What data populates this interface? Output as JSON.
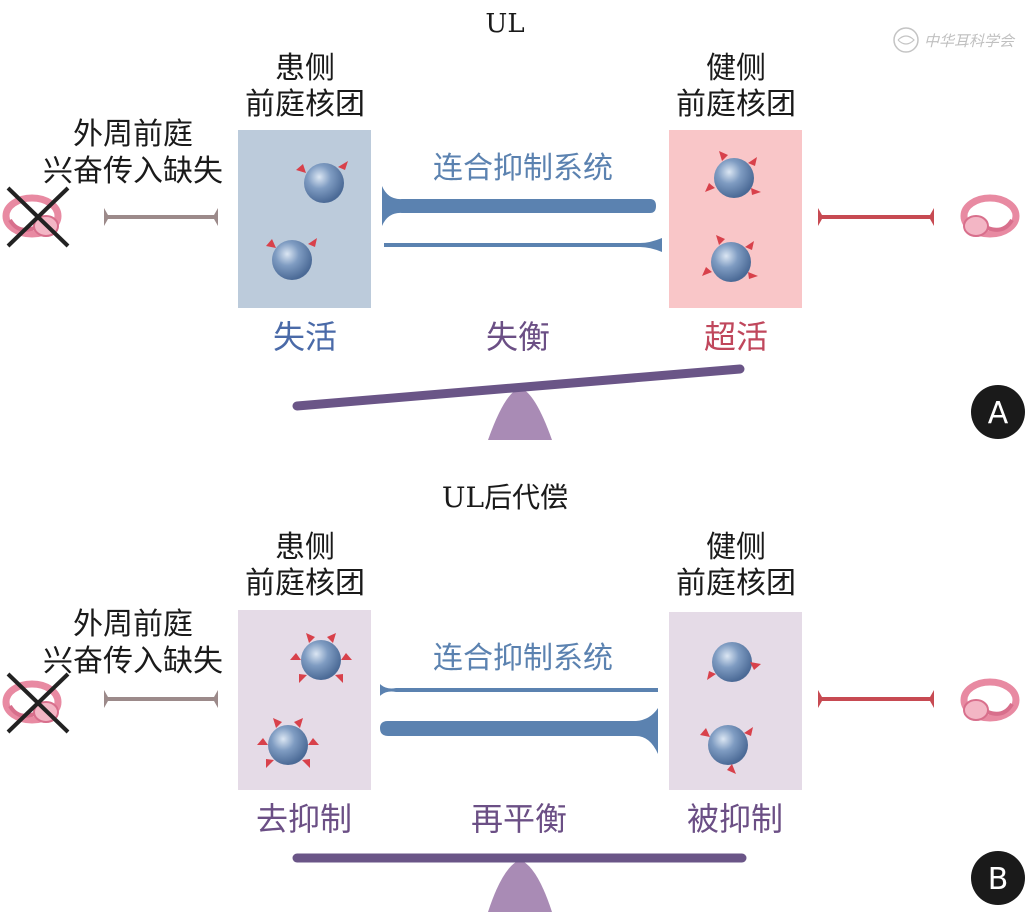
{
  "watermark": "中华耳科学会",
  "panels": [
    {
      "id": "A",
      "title": "UL",
      "badge": "A",
      "left_nucleus_label": [
        "患侧",
        "前庭核团"
      ],
      "right_nucleus_label": [
        "健侧",
        "前庭核团"
      ],
      "left_input_label": [
        "外周前庭",
        "兴奋传入缺失"
      ],
      "commissural_label": "连合抑制系统",
      "left_state": "失活",
      "middle_state": "失衡",
      "right_state": "超活",
      "left_box_color": "#bccbdb",
      "right_box_color": "#f9c6c8",
      "left_state_color": "#4a6aa8",
      "middle_state_color": "#6b4f85",
      "right_state_color": "#c0475c",
      "balance": "tilted"
    },
    {
      "id": "B",
      "title": "UL后代偿",
      "badge": "B",
      "left_nucleus_label": [
        "患侧",
        "前庭核团"
      ],
      "right_nucleus_label": [
        "健侧",
        "前庭核团"
      ],
      "left_input_label": [
        "外周前庭",
        "兴奋传入缺失"
      ],
      "commissural_label": "连合抑制系统",
      "left_state": "去抑制",
      "middle_state": "再平衡",
      "right_state": "被抑制",
      "left_box_color": "#e5dbe7",
      "right_box_color": "#e5dbe7",
      "left_state_color": "#6b4f85",
      "middle_state_color": "#6b4f85",
      "right_state_color": "#6b4f85",
      "balance": "level"
    }
  ],
  "colors": {
    "commissural": "#5b82b0",
    "beam": "#6a5587",
    "fulcrum": "#a98bb5",
    "left_nerve": "#9c8a8a",
    "right_nerve": "#c74a52",
    "neuron": "#6f8fb8",
    "spike": "#d8414b",
    "badge": "#1a1a1a"
  },
  "icons": {
    "inner_ear": "inner-ear-icon",
    "cross": "cross-icon",
    "neuron": "neuron-icon"
  }
}
